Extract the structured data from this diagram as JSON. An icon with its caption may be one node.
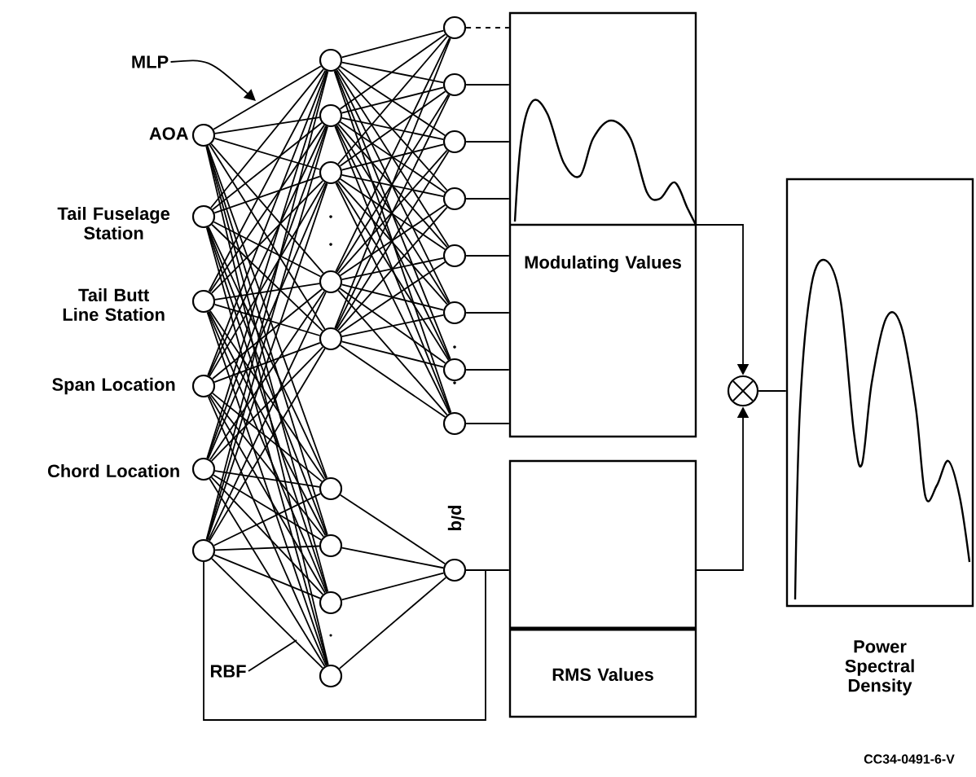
{
  "diagram": {
    "nodes": [
      {
        "text": [
          "MLP"
        ]
      },
      {
        "text": [
          "RBF"
        ]
      },
      {
        "text": [],
        "shape": "circle",
        "beside": [
          "AOA"
        ]
      },
      {
        "text": [],
        "shape": "circle",
        "beside": [
          "Tail Fuselage Station"
        ]
      },
      {
        "text": [],
        "shape": "circle",
        "beside": [
          "Tail Butt Line Station"
        ]
      },
      {
        "text": [],
        "shape": "circle",
        "beside": [
          "Span Location"
        ]
      },
      {
        "text": [],
        "shape": "circle",
        "beside": [
          "Chord Location"
        ]
      },
      {
        "text": [],
        "shape": "circle"
      },
      {
        "text": [],
        "shape": "circle"
      },
      {
        "text": [],
        "shape": "circle"
      },
      {
        "text": [],
        "shape": "circle"
      },
      {
        "text": [],
        "shape": "circle"
      },
      {
        "text": [],
        "shape": "circle"
      },
      {
        "text": [],
        "shape": "circle"
      },
      {
        "text": [],
        "shape": "circle"
      },
      {
        "text": [],
        "shape": "circle"
      },
      {
        "text": [],
        "shape": "circle"
      },
      {
        "text": [],
        "shape": "circle"
      },
      {
        "text": [],
        "shape": "circle"
      },
      {
        "text": [],
        "shape": "circle"
      },
      {
        "text": [],
        "shape": "circle"
      },
      {
        "text": [],
        "shape": "circle"
      },
      {
        "text": [],
        "shape": "circle"
      },
      {
        "text": [],
        "shape": "circle"
      },
      {
        "text": [],
        "shape": "circle"
      },
      {
        "text": [],
        "shape": "circle",
        "beside": [
          "p/q"
        ]
      },
      {
        "text": [
          "Modulating Values"
        ]
      },
      {
        "text": [
          "RMS Values"
        ]
      },
      {
        "text": [],
        "shape": "circle"
      },
      {
        "text": [],
        "shape": "box",
        "beside": [
          "Power Spectral Density"
        ]
      }
    ],
    "edges": [
      {
        "from": 0,
        "to": null,
        "arrow": "to"
      },
      {
        "from": 1,
        "to": null,
        "arrow": "none"
      },
      {
        "from": 2,
        "to": 8,
        "arrow": "none"
      },
      {
        "from": 2,
        "to": 9,
        "arrow": "none"
      },
      {
        "from": 2,
        "to": 10,
        "arrow": "none"
      },
      {
        "from": 2,
        "to": 11,
        "arrow": "none"
      },
      {
        "from": 2,
        "to": 12,
        "arrow": "none"
      },
      {
        "from": 3,
        "to": 8,
        "arrow": "none"
      },
      {
        "from": 3,
        "to": 9,
        "arrow": "none"
      },
      {
        "from": 3,
        "to": 10,
        "arrow": "none"
      },
      {
        "from": 3,
        "to": 11,
        "arrow": "none"
      },
      {
        "from": 3,
        "to": 12,
        "arrow": "none"
      },
      {
        "from": 4,
        "to": 8,
        "arrow": "none"
      },
      {
        "from": 4,
        "to": 9,
        "arrow": "none"
      },
      {
        "from": 4,
        "to": 10,
        "arrow": "none"
      },
      {
        "from": 4,
        "to": 11,
        "arrow": "none"
      },
      {
        "from": 4,
        "to": 12,
        "arrow": "none"
      },
      {
        "from": 5,
        "to": 8,
        "arrow": "none"
      },
      {
        "from": 5,
        "to": 9,
        "arrow": "none"
      },
      {
        "from": 5,
        "to": 10,
        "arrow": "none"
      },
      {
        "from": 5,
        "to": 11,
        "arrow": "none"
      },
      {
        "from": 5,
        "to": 12,
        "arrow": "none"
      },
      {
        "from": 6,
        "to": 8,
        "arrow": "none"
      },
      {
        "from": 6,
        "to": 9,
        "arrow": "none"
      },
      {
        "from": 6,
        "to": 10,
        "arrow": "none"
      },
      {
        "from": 6,
        "to": 11,
        "arrow": "none"
      },
      {
        "from": 6,
        "to": 12,
        "arrow": "none"
      },
      {
        "from": 7,
        "to": 8,
        "arrow": "none"
      },
      {
        "from": 7,
        "to": 9,
        "arrow": "none"
      },
      {
        "from": 7,
        "to": 10,
        "arrow": "none"
      },
      {
        "from": 7,
        "to": 11,
        "arrow": "none"
      },
      {
        "from": 7,
        "to": 12,
        "arrow": "none"
      },
      {
        "from": 2,
        "to": 13,
        "arrow": "none"
      },
      {
        "from": 2,
        "to": 14,
        "arrow": "none"
      },
      {
        "from": 2,
        "to": 15,
        "arrow": "none"
      },
      {
        "from": 2,
        "to": 16,
        "arrow": "none"
      },
      {
        "from": 3,
        "to": 13,
        "arrow": "none"
      },
      {
        "from": 3,
        "to": 14,
        "arrow": "none"
      },
      {
        "from": 3,
        "to": 15,
        "arrow": "none"
      },
      {
        "from": 3,
        "to": 16,
        "arrow": "none"
      },
      {
        "from": 4,
        "to": 13,
        "arrow": "none"
      },
      {
        "from": 4,
        "to": 14,
        "arrow": "none"
      },
      {
        "from": 4,
        "to": 15,
        "arrow": "none"
      },
      {
        "from": 4,
        "to": 16,
        "arrow": "none"
      },
      {
        "from": 5,
        "to": 13,
        "arrow": "none"
      },
      {
        "from": 5,
        "to": 14,
        "arrow": "none"
      },
      {
        "from": 5,
        "to": 15,
        "arrow": "none"
      },
      {
        "from": 5,
        "to": 16,
        "arrow": "none"
      },
      {
        "from": 6,
        "to": 13,
        "arrow": "none"
      },
      {
        "from": 6,
        "to": 14,
        "arrow": "none"
      },
      {
        "from": 6,
        "to": 15,
        "arrow": "none"
      },
      {
        "from": 6,
        "to": 16,
        "arrow": "none"
      },
      {
        "from": 7,
        "to": 13,
        "arrow": "none"
      },
      {
        "from": 7,
        "to": 14,
        "arrow": "none"
      },
      {
        "from": 7,
        "to": 15,
        "arrow": "none"
      },
      {
        "from": 7,
        "to": 16,
        "arrow": "none"
      },
      {
        "from": 8,
        "to": 17,
        "arrow": "none"
      },
      {
        "from": 8,
        "to": 18,
        "arrow": "none"
      },
      {
        "from": 8,
        "to": 19,
        "arrow": "none"
      },
      {
        "from": 8,
        "to": 20,
        "arrow": "none"
      },
      {
        "from": 8,
        "to": 21,
        "arrow": "none"
      },
      {
        "from": 8,
        "to": 22,
        "arrow": "none"
      },
      {
        "from": 8,
        "to": 23,
        "arrow": "none"
      },
      {
        "from": 8,
        "to": 24,
        "arrow": "none"
      },
      {
        "from": 9,
        "to": 17,
        "arrow": "none"
      },
      {
        "from": 9,
        "to": 18,
        "arrow": "none"
      },
      {
        "from": 9,
        "to": 19,
        "arrow": "none"
      },
      {
        "from": 9,
        "to": 20,
        "arrow": "none"
      },
      {
        "from": 9,
        "to": 21,
        "arrow": "none"
      },
      {
        "from": 9,
        "to": 22,
        "arrow": "none"
      },
      {
        "from": 9,
        "to": 23,
        "arrow": "none"
      },
      {
        "from": 9,
        "to": 24,
        "arrow": "none"
      },
      {
        "from": 10,
        "to": 17,
        "arrow": "none"
      },
      {
        "from": 10,
        "to": 18,
        "arrow": "none"
      },
      {
        "from": 10,
        "to": 19,
        "arrow": "none"
      },
      {
        "from": 10,
        "to": 20,
        "arrow": "none"
      },
      {
        "from": 10,
        "to": 21,
        "arrow": "none"
      },
      {
        "from": 10,
        "to": 22,
        "arrow": "none"
      },
      {
        "from": 10,
        "to": 23,
        "arrow": "none"
      },
      {
        "from": 10,
        "to": 24,
        "arrow": "none"
      },
      {
        "from": 11,
        "to": 17,
        "arrow": "none"
      },
      {
        "from": 11,
        "to": 18,
        "arrow": "none"
      },
      {
        "from": 11,
        "to": 19,
        "arrow": "none"
      },
      {
        "from": 11,
        "to": 20,
        "arrow": "none"
      },
      {
        "from": 11,
        "to": 21,
        "arrow": "none"
      },
      {
        "from": 11,
        "to": 22,
        "arrow": "none"
      },
      {
        "from": 11,
        "to": 23,
        "arrow": "none"
      },
      {
        "from": 11,
        "to": 24,
        "arrow": "none"
      },
      {
        "from": 12,
        "to": 17,
        "arrow": "none"
      },
      {
        "from": 12,
        "to": 18,
        "arrow": "none"
      },
      {
        "from": 12,
        "to": 19,
        "arrow": "none"
      },
      {
        "from": 12,
        "to": 20,
        "arrow": "none"
      },
      {
        "from": 12,
        "to": 21,
        "arrow": "none"
      },
      {
        "from": 12,
        "to": 22,
        "arrow": "none"
      },
      {
        "from": 12,
        "to": 23,
        "arrow": "none"
      },
      {
        "from": 12,
        "to": 24,
        "arrow": "none"
      },
      {
        "from": 13,
        "to": 25,
        "arrow": "none"
      },
      {
        "from": 14,
        "to": 25,
        "arrow": "none"
      },
      {
        "from": 15,
        "to": 25,
        "arrow": "none"
      },
      {
        "from": 16,
        "to": 25,
        "arrow": "none"
      },
      {
        "from": 17,
        "to": 26,
        "arrow": "none",
        "style": "dashed"
      },
      {
        "from": 18,
        "to": 26,
        "arrow": "none"
      },
      {
        "from": 19,
        "to": 26,
        "arrow": "none"
      },
      {
        "from": 20,
        "to": 26,
        "arrow": "none"
      },
      {
        "from": 21,
        "to": 26,
        "arrow": "none"
      },
      {
        "from": 22,
        "to": 26,
        "arrow": "none"
      },
      {
        "from": 23,
        "to": 26,
        "arrow": "none"
      },
      {
        "from": 24,
        "to": 26,
        "arrow": "none"
      },
      {
        "from": 25,
        "to": 27,
        "arrow": "none"
      },
      {
        "from": 7,
        "to": 25,
        "arrow": "none"
      },
      {
        "from": 26,
        "to": 28,
        "arrow": "to"
      },
      {
        "from": 27,
        "to": 28,
        "arrow": "to"
      },
      {
        "from": 28,
        "to": 29,
        "arrow": "none"
      }
    ],
    "labels": [
      "CC34-0491-6-V"
    ]
  }
}
